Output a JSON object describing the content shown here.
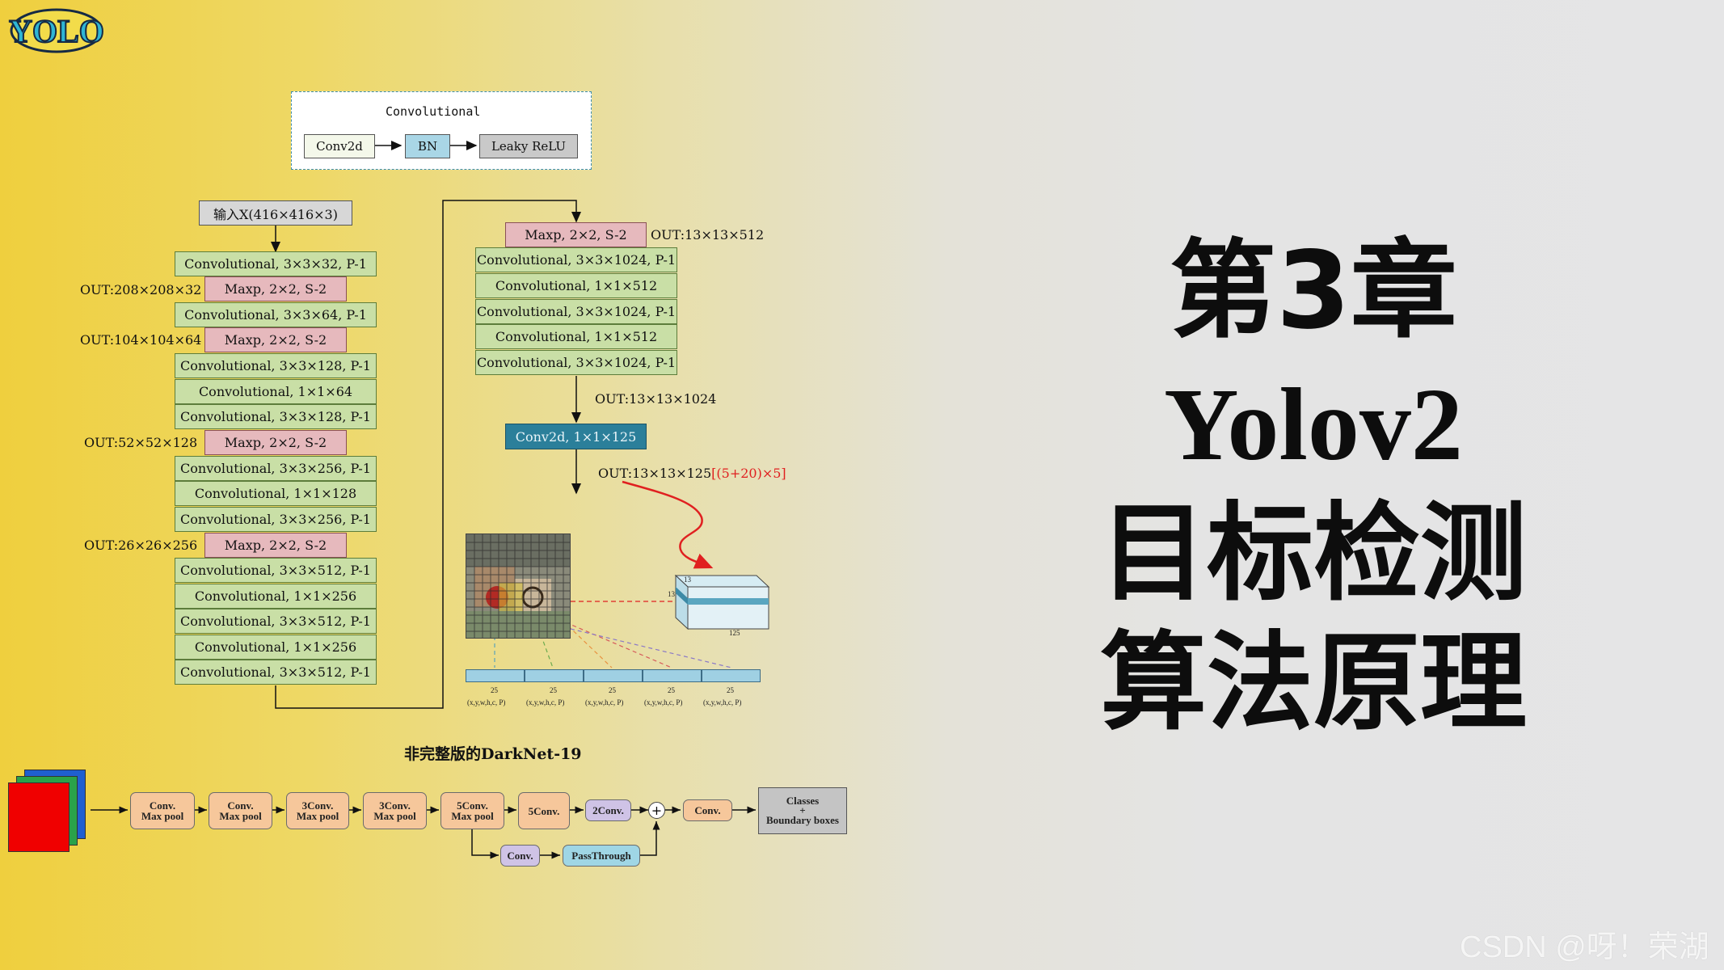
{
  "logo": {
    "text": "YOLO"
  },
  "title": {
    "chapter": "第3章",
    "model": "Yolov2",
    "line3": "目标检测",
    "line4": "算法原理"
  },
  "conv_legend": {
    "title": "Convolutional",
    "steps": [
      "Conv2d",
      "BN",
      "Leaky ReLU"
    ]
  },
  "input_label": "输入X(416×416×3)",
  "left_column": [
    "Convolutional, 3×3×32, P-1",
    "Maxp, 2×2, S-2",
    "Convolutional, 3×3×64, P-1",
    "Maxp, 2×2, S-2",
    "Convolutional, 3×3×128, P-1",
    "Convolutional, 1×1×64",
    "Convolutional, 3×3×128, P-1",
    "Maxp, 2×2, S-2",
    "Convolutional, 3×3×256, P-1",
    "Convolutional, 1×1×128",
    "Convolutional, 3×3×256, P-1",
    "Maxp, 2×2, S-2",
    "Convolutional, 3×3×512, P-1",
    "Convolutional, 1×1×256",
    "Convolutional, 3×3×512, P-1",
    "Convolutional, 1×1×256",
    "Convolutional, 3×3×512, P-1"
  ],
  "out_labels": [
    "OUT:208×208×32",
    "OUT:104×104×64",
    "OUT:52×52×128",
    "OUT:26×26×256"
  ],
  "right_column": [
    "Maxp, 2×2, S-2",
    "Convolutional, 3×3×1024, P-1",
    "Convolutional, 1×1×512",
    "Convolutional, 3×3×1024, P-1",
    "Convolutional, 1×1×512",
    "Convolutional, 3×3×1024, P-1"
  ],
  "right_out_top": "OUT:13×13×512",
  "right_out_mid": "OUT:13×13×1024",
  "final_conv": "Conv2d, 1×1×125",
  "final_out": "OUT:13×13×125",
  "final_out_formula": "[(5+20)×5]",
  "cube_labels": {
    "top": "13",
    "left": "13",
    "bottom": "125"
  },
  "vectors": {
    "number": "25",
    "caption": "(x,y,w,h,c, P)",
    "count": 5
  },
  "darknet_caption": "非完整版的DarkNet-19",
  "pipeline": {
    "stages": [
      "Conv.|Max pool",
      "Conv.|Max pool",
      "3Conv.|Max pool",
      "3Conv.|Max pool",
      "5Conv.|Max pool",
      "5Conv.",
      "2Conv.",
      "Conv."
    ],
    "output": "Classes|+|Boundary boxes",
    "branch": [
      "Conv.",
      "PassThrough"
    ],
    "plus": "+"
  },
  "watermark": "CSDN @呀！荣湖",
  "colors": {
    "green_box": "#c9dfa6",
    "pink_box": "#e6b9bd",
    "teal_box": "#2b7f9a",
    "red_curve": "#e02020",
    "orange_stage": "#f6c79b",
    "lavender_stage": "#cfc3e6",
    "cyan_stage": "#9fd6e5"
  }
}
